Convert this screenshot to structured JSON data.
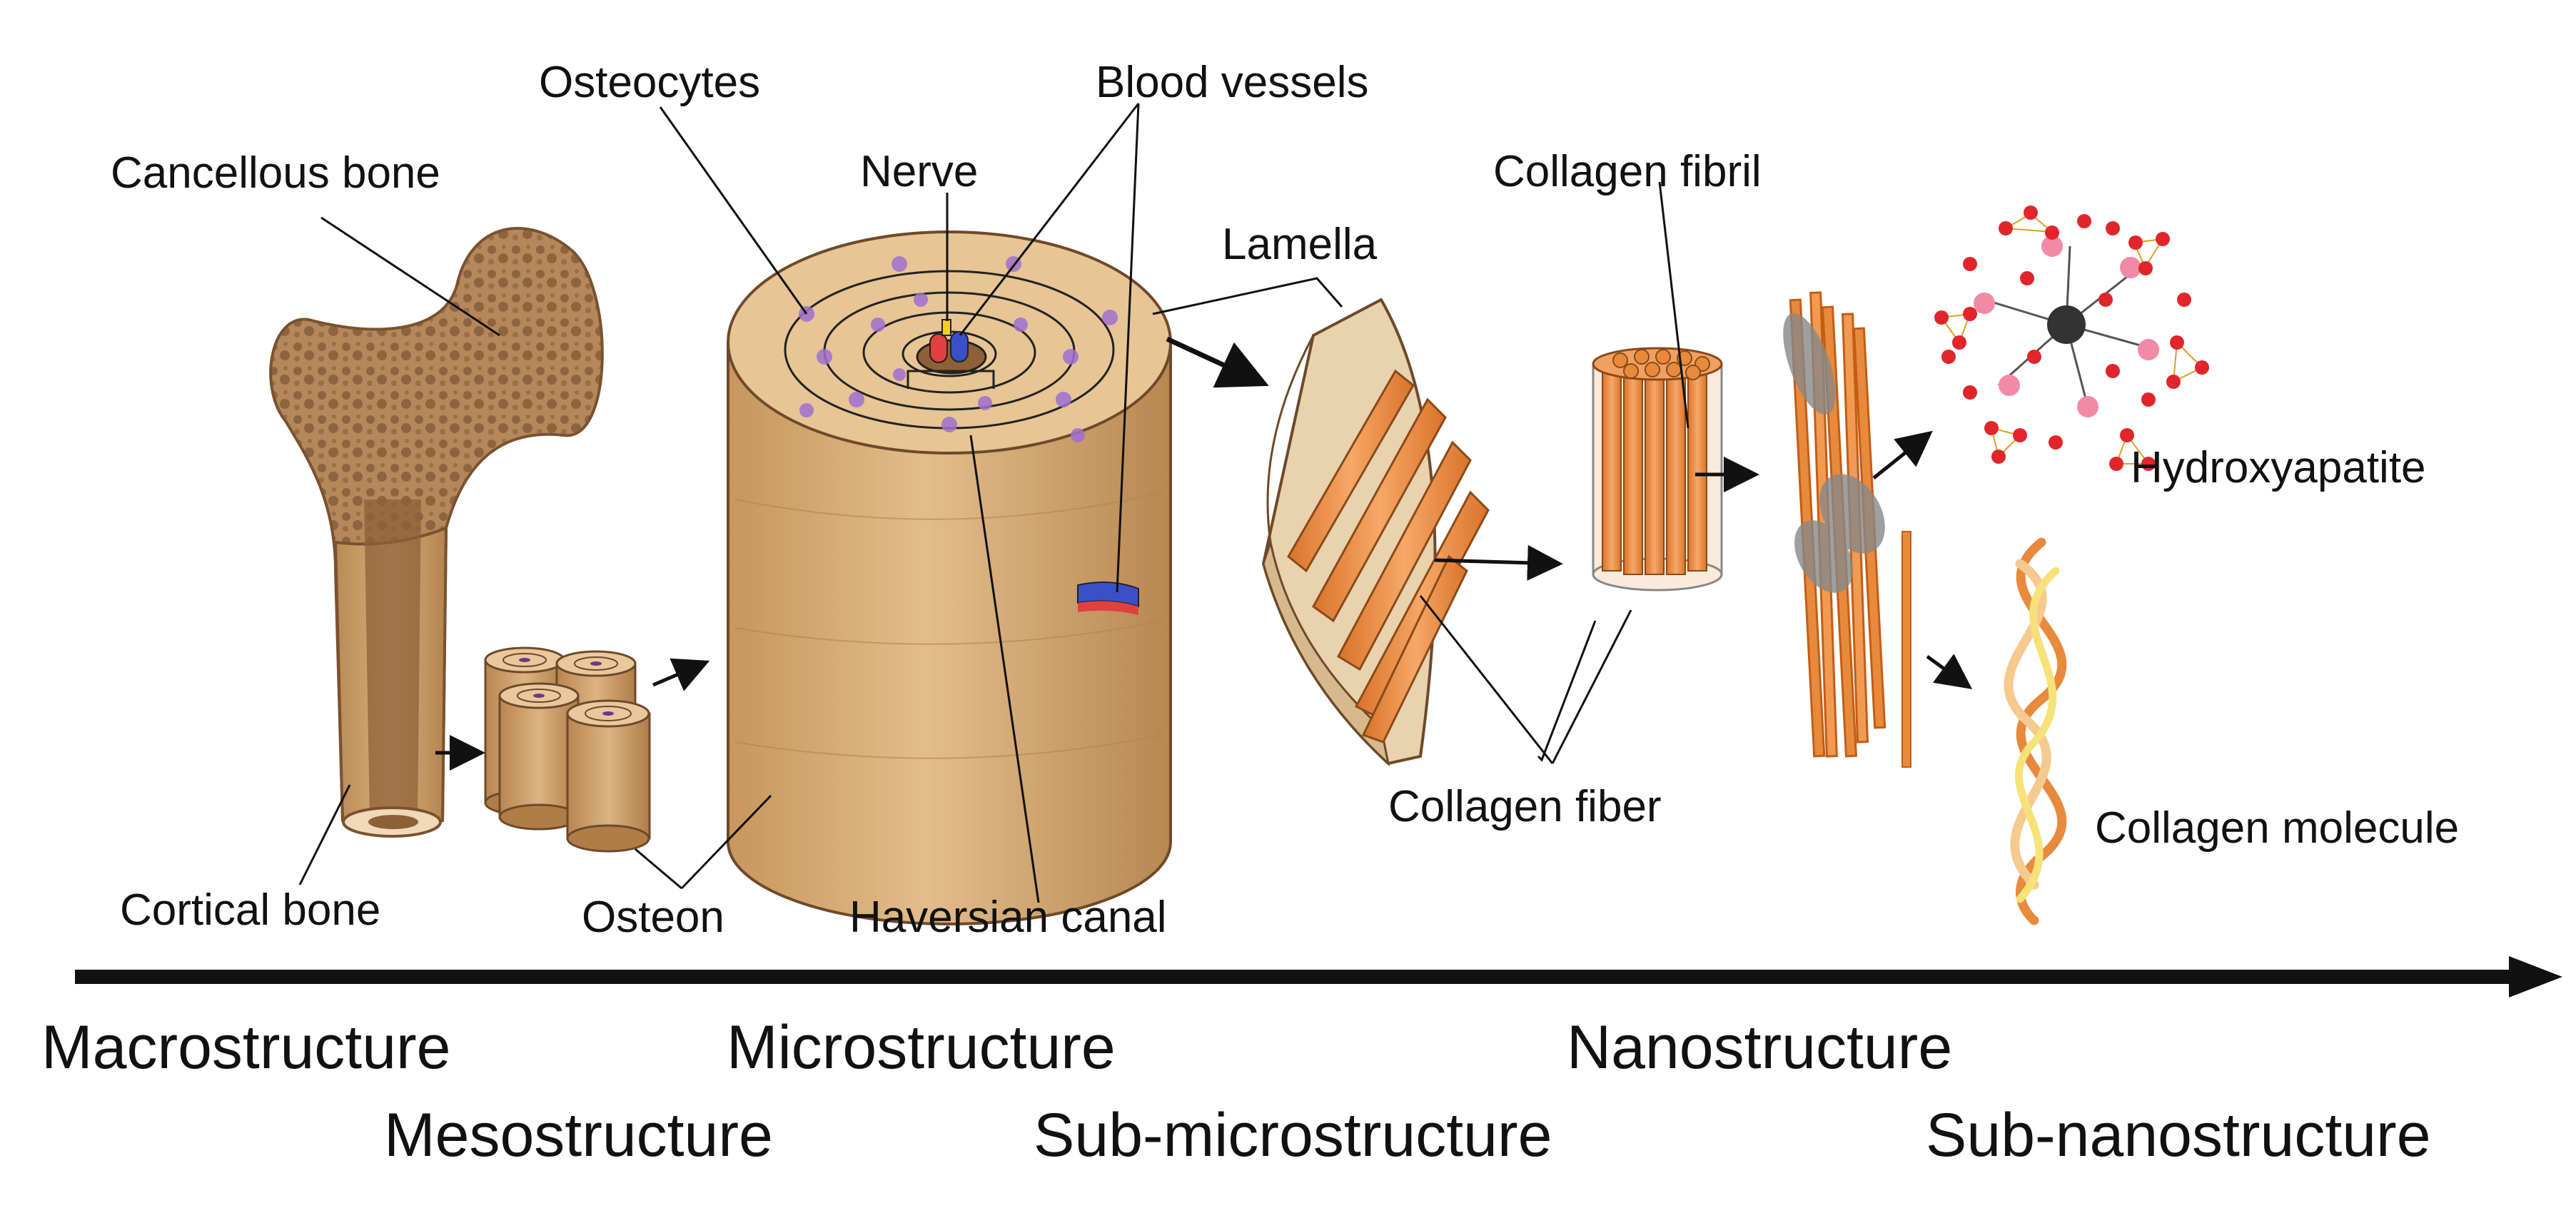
{
  "labels": {
    "cancellous_bone": "Cancellous bone",
    "osteocytes": "Osteocytes",
    "blood_vessels": "Blood vessels",
    "nerve": "Nerve",
    "lamella": "Lamella",
    "collagen_fibril": "Collagen fibril",
    "hydroxyapatite": "Hydroxyapatite",
    "collagen_molecule": "Collagen molecule",
    "collagen_fiber": "Collagen fiber",
    "cortical_bone": "Cortical bone",
    "osteon": "Osteon",
    "haversian_canal": "Haversian canal"
  },
  "scale_levels": {
    "macrostructure": "Macrostructure",
    "mesostructure": "Mesostructure",
    "microstructure": "Microstructure",
    "sub_microstructure": "Sub-microstructure",
    "nanostructure": "Nanostructure",
    "sub_nanostructure": "Sub-nanostructure"
  },
  "colors": {
    "bone_tan": "#c79a63",
    "bone_light": "#deb887",
    "cancellous": "#a87a4f",
    "lamella_cream": "#f3e2c7",
    "collagen_orange": "#e88a3c",
    "osteocyte_purple": "#a070d0",
    "vessel_red": "#e04040",
    "vessel_blue": "#3a50c8",
    "nerve_yellow": "#f2d020",
    "ha_red": "#e0262b",
    "ha_pink": "#f08aa6",
    "ha_center": "#333333",
    "arrow": "#111111"
  }
}
